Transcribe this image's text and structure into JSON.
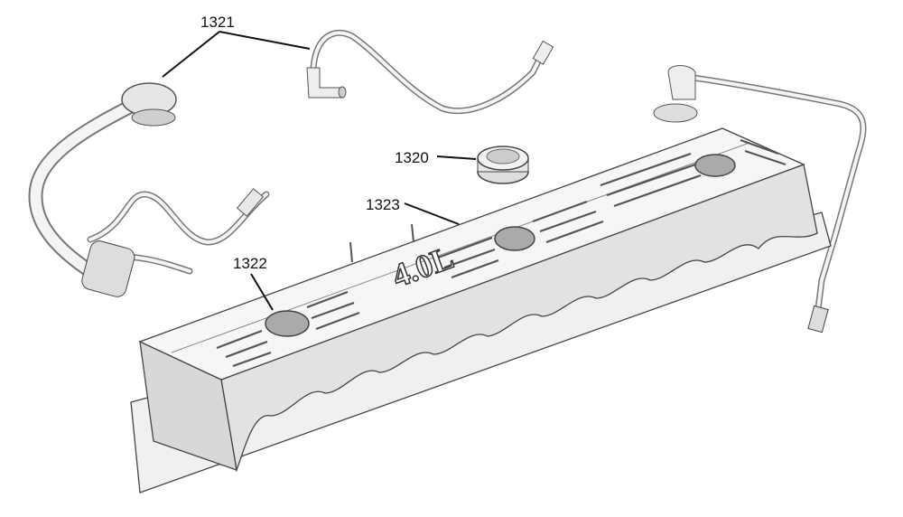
{
  "diagram": {
    "callouts": [
      {
        "id": "1321"
      },
      {
        "id": "1320"
      },
      {
        "id": "1323"
      },
      {
        "id": "1322"
      }
    ],
    "cover_marking": "4.0L"
  }
}
